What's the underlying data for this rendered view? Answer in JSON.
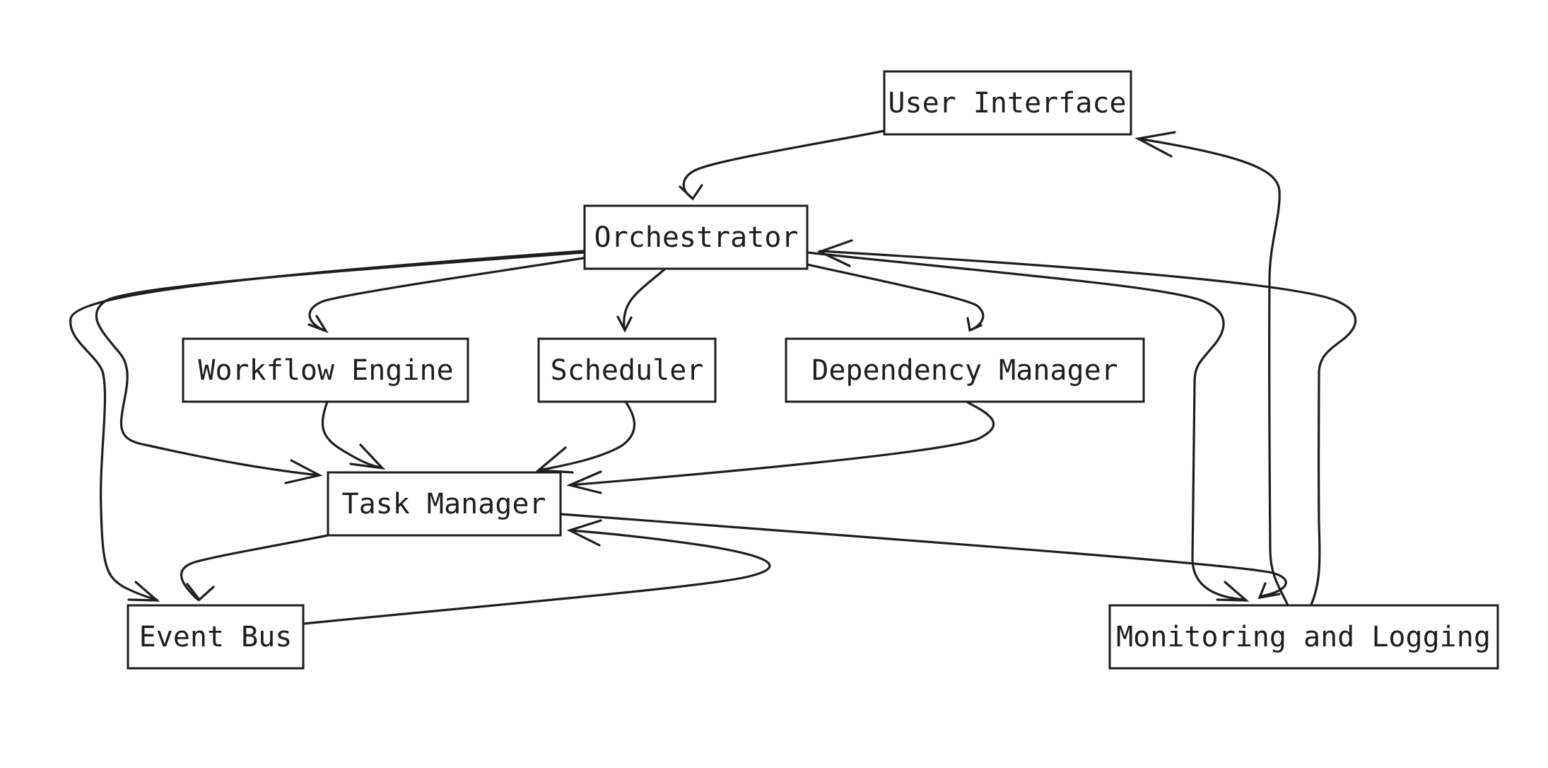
{
  "diagram": {
    "nodes": [
      {
        "id": "user-interface",
        "label": "User Interface"
      },
      {
        "id": "orchestrator",
        "label": "Orchestrator"
      },
      {
        "id": "workflow-engine",
        "label": "Workflow Engine"
      },
      {
        "id": "scheduler",
        "label": "Scheduler"
      },
      {
        "id": "dependency-manager",
        "label": "Dependency Manager"
      },
      {
        "id": "task-manager",
        "label": "Task Manager"
      },
      {
        "id": "event-bus",
        "label": "Event Bus"
      },
      {
        "id": "monitoring-and-logging",
        "label": "Monitoring and Logging"
      }
    ],
    "edges": [
      {
        "from": "user-interface",
        "to": "orchestrator"
      },
      {
        "from": "orchestrator",
        "to": "workflow-engine"
      },
      {
        "from": "orchestrator",
        "to": "scheduler"
      },
      {
        "from": "orchestrator",
        "to": "dependency-manager"
      },
      {
        "from": "orchestrator",
        "to": "task-manager"
      },
      {
        "from": "orchestrator",
        "to": "event-bus"
      },
      {
        "from": "orchestrator",
        "to": "monitoring-and-logging"
      },
      {
        "from": "workflow-engine",
        "to": "task-manager"
      },
      {
        "from": "scheduler",
        "to": "task-manager"
      },
      {
        "from": "dependency-manager",
        "to": "task-manager"
      },
      {
        "from": "task-manager",
        "to": "event-bus"
      },
      {
        "from": "event-bus",
        "to": "task-manager"
      },
      {
        "from": "task-manager",
        "to": "monitoring-and-logging"
      },
      {
        "from": "monitoring-and-logging",
        "to": "orchestrator"
      },
      {
        "from": "monitoring-and-logging",
        "to": "user-interface"
      }
    ]
  }
}
